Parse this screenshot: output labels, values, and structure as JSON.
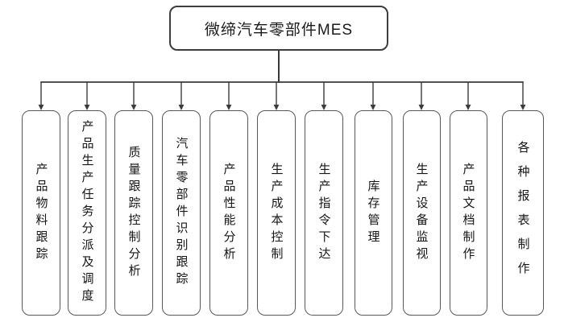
{
  "diagram": {
    "root": {
      "label": "微缔汽车零部件MES"
    },
    "children": [
      {
        "label": "产品物料跟踪",
        "wide_spacing": false
      },
      {
        "label": "产品生产任务分派及调度",
        "wide_spacing": false
      },
      {
        "label": "质量跟踪控制分析",
        "wide_spacing": false
      },
      {
        "label": "汽车零部件识别跟踪",
        "wide_spacing": false
      },
      {
        "label": "产品性能分析",
        "wide_spacing": false
      },
      {
        "label": "生产成本控制",
        "wide_spacing": false
      },
      {
        "label": "生产指令下达",
        "wide_spacing": false
      },
      {
        "label": "库存管理",
        "wide_spacing": false
      },
      {
        "label": "生产设备监视",
        "wide_spacing": false
      },
      {
        "label": "产品文档制作",
        "wide_spacing": false
      },
      {
        "label": "各种报表制作",
        "wide_spacing": true
      }
    ],
    "colors": {
      "background": "#ffffff",
      "line": "#3a3a3a",
      "box_border": "#585858",
      "root_border": "#3d3d3d",
      "text": "#161616"
    }
  }
}
